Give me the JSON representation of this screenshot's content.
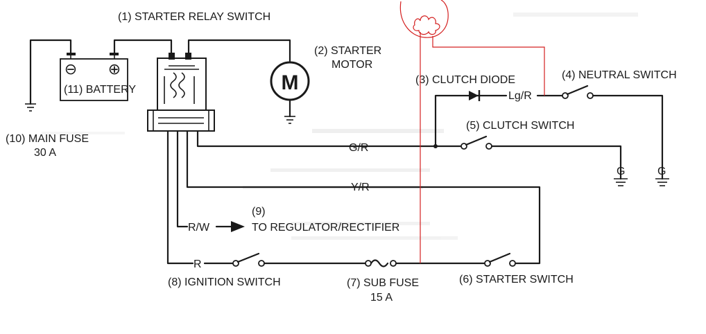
{
  "components": {
    "starter_relay_switch": "(1) STARTER RELAY SWITCH",
    "starter_motor_line1": "(2) STARTER",
    "starter_motor_line2": "MOTOR",
    "motor_symbol": "M",
    "clutch_diode": "(3) CLUTCH DIODE",
    "neutral_switch": "(4) NEUTRAL SWITCH",
    "clutch_switch": "(5) CLUTCH SWITCH",
    "starter_switch": "(6) STARTER SWITCH",
    "sub_fuse_line1": "(7) SUB FUSE",
    "sub_fuse_line2": "15 A",
    "ignition_switch": "(8) IGNITION SWITCH",
    "regulator_line1": "(9)",
    "regulator_line2": "TO REGULATOR/RECTIFIER",
    "main_fuse_line1": "(10) MAIN FUSE",
    "main_fuse_line2": "30 A",
    "battery": "(11) BATTERY",
    "battery_neg": "⊖",
    "battery_pos": "⊕"
  },
  "wires": {
    "lg_r": "Lg/R",
    "g_r": "G/R",
    "y_r": "Y/R",
    "r_w": "R/W",
    "r": "R",
    "ground_1": "G",
    "ground_2": "G"
  },
  "colors": {
    "ink": "#1a1a1a",
    "markup": "#d42020",
    "paper": "#ffffff"
  }
}
